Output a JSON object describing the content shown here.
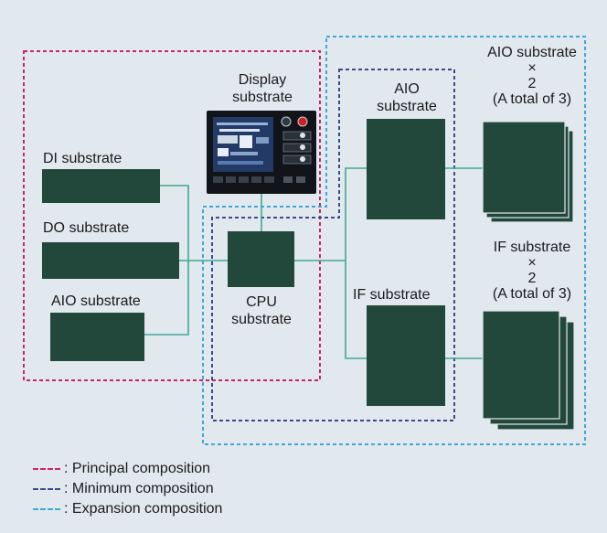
{
  "labels": {
    "display": "Display\nsubstrate",
    "di": "DI substrate",
    "do": "DO substrate",
    "aio_left": "AIO substrate",
    "cpu": "CPU\nsubstrate",
    "aio_mid": "AIO\nsubstrate",
    "if_mid": "IF substrate",
    "aio_right_line1": "AIO substrate",
    "aio_right_line2": "×",
    "aio_right_line3": "2",
    "aio_right_line4": "(A total of 3)",
    "if_right_line1": "IF substrate",
    "if_right_line2": "×",
    "if_right_line3": "2",
    "if_right_line4": "(A total of 3)"
  },
  "legend": [
    {
      "text": ": Principal composition",
      "color": "#c8246e"
    },
    {
      "text": ": Minimum composition",
      "color": "#3c4a8c"
    },
    {
      "text": ": Expansion composition",
      "color": "#3fa6dc"
    }
  ],
  "colors": {
    "board": "#22483b",
    "wire": "#3fa896",
    "background": "#e2e9ee"
  }
}
